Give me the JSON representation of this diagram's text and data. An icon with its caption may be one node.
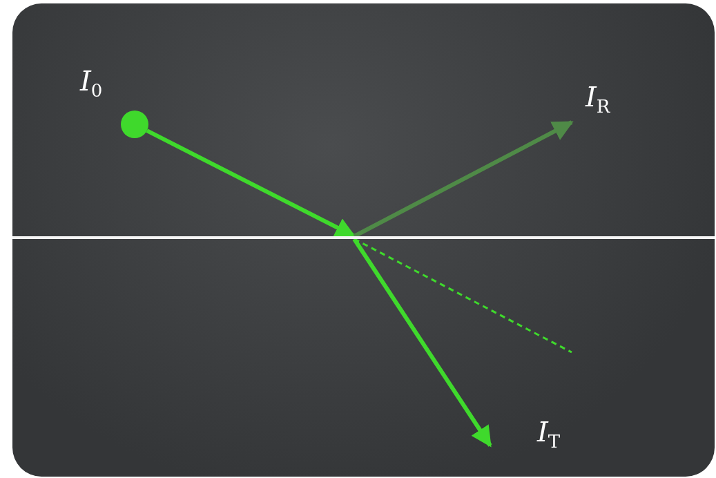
{
  "diagram": {
    "nodes": [
      {
        "text": [],
        "shape": "circle",
        "beside": [
          "I$_{0}$"
        ]
      },
      {
        "text": [],
        "shape": "line"
      }
    ],
    "edges": [
      {
        "from": 0,
        "to": 1,
        "arrow": "to"
      },
      {
        "from": 1,
        "to": null,
        "arrow": "to",
        "color": "#4f8a47"
      },
      {
        "from": 1,
        "to": null,
        "arrow": "to"
      },
      {
        "from": 1,
        "to": null,
        "arrow": "none",
        "style": "dashed"
      }
    ],
    "labels": [
      "I$_{R}$",
      "I$_{T}$"
    ]
  }
}
